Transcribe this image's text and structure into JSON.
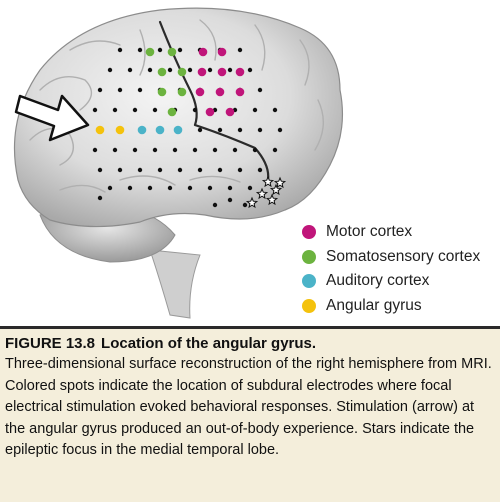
{
  "legend": [
    {
      "label": "Motor cortex",
      "color": "#c0157a"
    },
    {
      "label": "Somatosensory cortex",
      "color": "#6cb33f"
    },
    {
      "label": "Auditory cortex",
      "color": "#4bb3c8"
    },
    {
      "label": "Angular gyrus",
      "color": "#f4c20d"
    }
  ],
  "caption": {
    "label": "FIGURE 13.8",
    "title": "Location of the angular gyrus.",
    "body": "Three-dimensional surface reconstruction of the right hemisphere from MRI. Colored spots indicate the location of subdural electrodes where focal electrical stimulation evoked behavioral responses. Stimulation (arrow) at the angular gyrus produced an out-of-body experience. Stars indicate the epileptic focus in the medial temporal lobe."
  }
}
